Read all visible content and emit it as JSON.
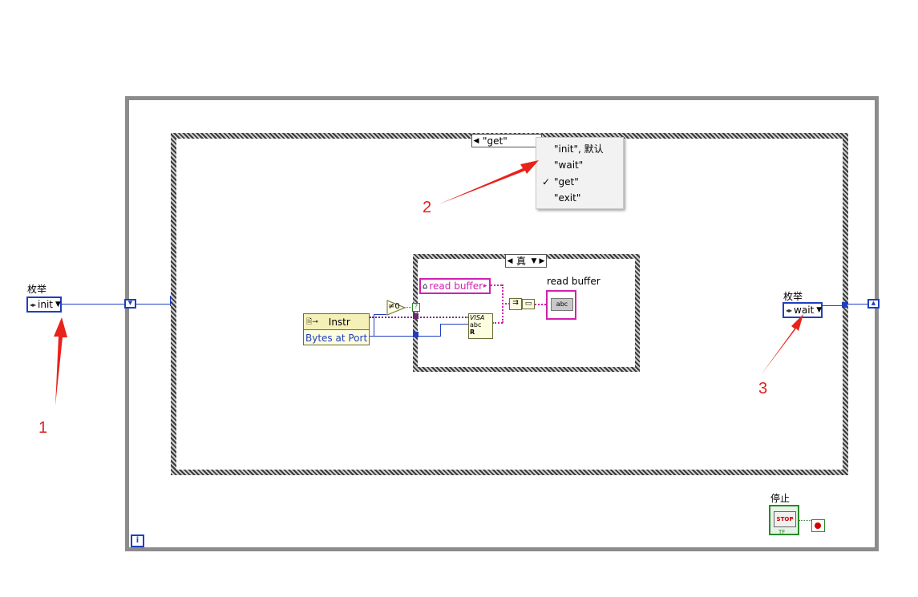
{
  "left_enum": {
    "label": "枚举",
    "value": "init"
  },
  "right_enum": {
    "label": "枚举",
    "value": "wait"
  },
  "outer_case": {
    "selected": "\"get\""
  },
  "case_popup": {
    "items": [
      "\"init\", 默认",
      "\"wait\"",
      "\"get\"",
      "\"exit\""
    ],
    "checked_index": 2,
    "check_mark": "✓"
  },
  "inner_case": {
    "selected": "真"
  },
  "property_node": {
    "class": "Instr",
    "property": "Bytes at Port"
  },
  "compare_node": {
    "text": "≠0"
  },
  "local_variable": {
    "name": "read buffer"
  },
  "read_indicator": {
    "label": "read buffer",
    "icon_text": "abc"
  },
  "visa_read": {
    "title": "VISA",
    "line2": "abc",
    "line3": "R"
  },
  "stop_control": {
    "label": "停止",
    "button_text": "STOP",
    "tf_text": "TF"
  },
  "loop_iteration": {
    "text": "i"
  },
  "case_selector_terminal": {
    "text": "?"
  },
  "annotations": [
    "1",
    "2",
    "3"
  ],
  "colors": {
    "enum_wire": "#1f3fbf",
    "string_wire": "#d020b0",
    "annotation": "#e02020",
    "loop_border": "#8c8c8c"
  }
}
